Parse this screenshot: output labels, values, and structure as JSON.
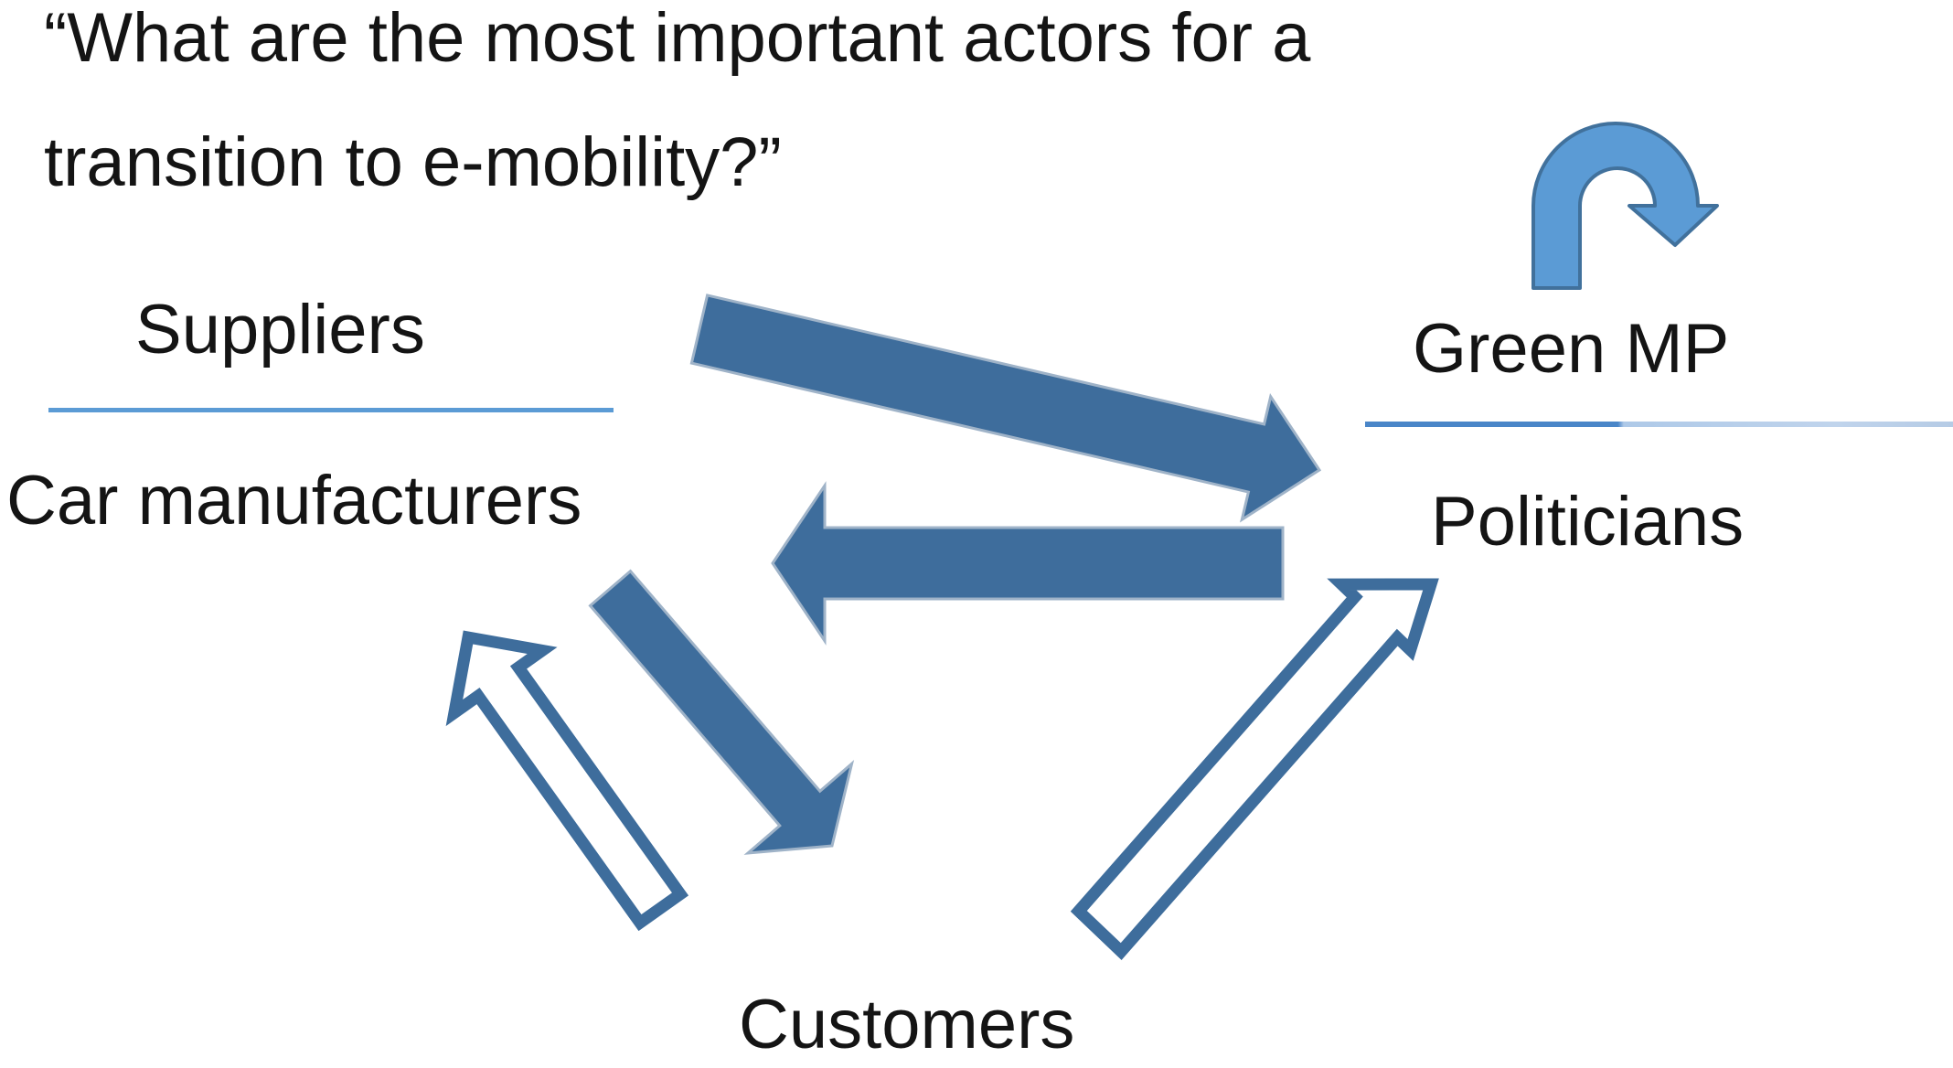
{
  "title": {
    "line1": "“What are the most important actors for a",
    "line2": "transition to e-mobility?”"
  },
  "actors": {
    "suppliers": "Suppliers",
    "car_manufacturers": "Car manufacturers",
    "green_mp": "Green MP",
    "politicians": "Politicians",
    "customers": "Customers"
  },
  "relations": [
    {
      "from": "Suppliers",
      "to": "Politicians",
      "style": "solid-filled-arrow"
    },
    {
      "from": "Politicians",
      "to": "Car manufacturers",
      "style": "solid-filled-arrow"
    },
    {
      "from": "Car manufacturers",
      "to": "Customers",
      "style": "solid-filled-arrow"
    },
    {
      "from": "Customers",
      "to": "Car manufacturers",
      "style": "outline-arrow"
    },
    {
      "from": "Customers",
      "to": "Politicians",
      "style": "outline-arrow"
    },
    {
      "from": "Green MP",
      "to": "Green MP",
      "style": "u-turn-arrow"
    }
  ],
  "colors": {
    "arrow_solid_fill": "#3e6d9c",
    "arrow_outline_border": "#3e6d9c",
    "uturn_fill": "#5b9bd5",
    "uturn_border": "#41719c",
    "suppliers_underline": "#5b9bd5",
    "greenmp_underline_left": "#4a86c8",
    "greenmp_underline_right": "#c0d4ec",
    "text": "#141414",
    "background": "#ffffff"
  }
}
